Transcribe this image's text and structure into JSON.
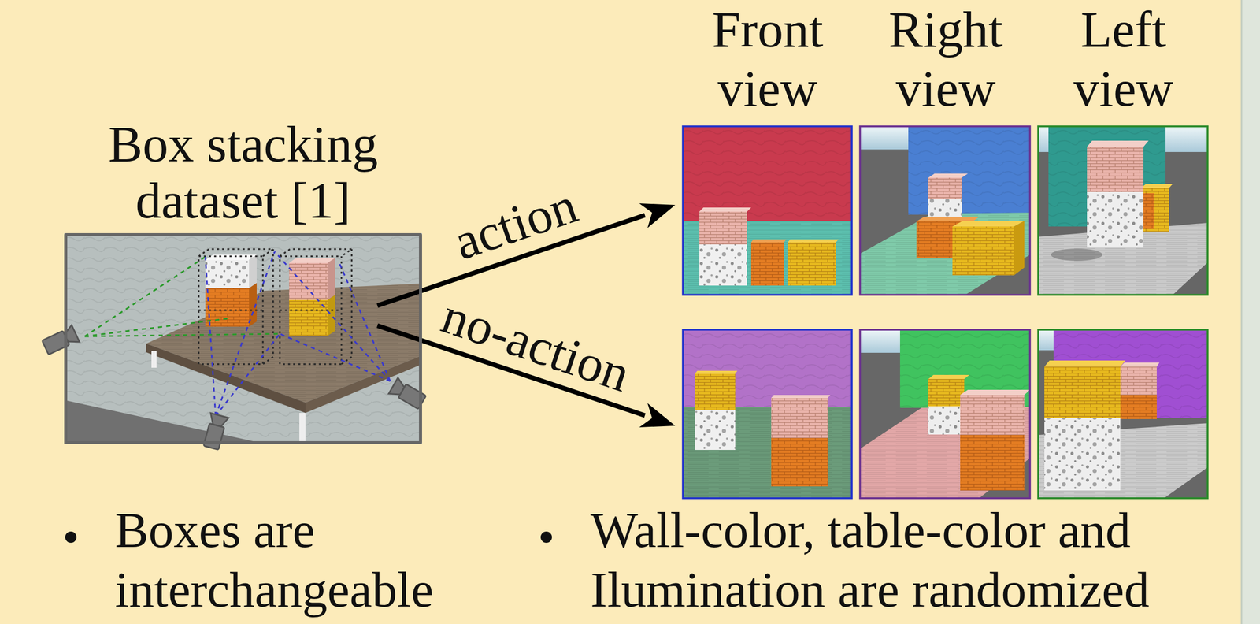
{
  "diagram": {
    "nodes": [
      {
        "text": [
          "Box stacking dataset [1]"
        ]
      }
    ],
    "labels": [
      "action",
      "no-action",
      "Front view",
      "Right view",
      "Left view",
      "Boxes are interchangeable",
      "Wall-color, table-color and Ilumination are randomized"
    ]
  }
}
